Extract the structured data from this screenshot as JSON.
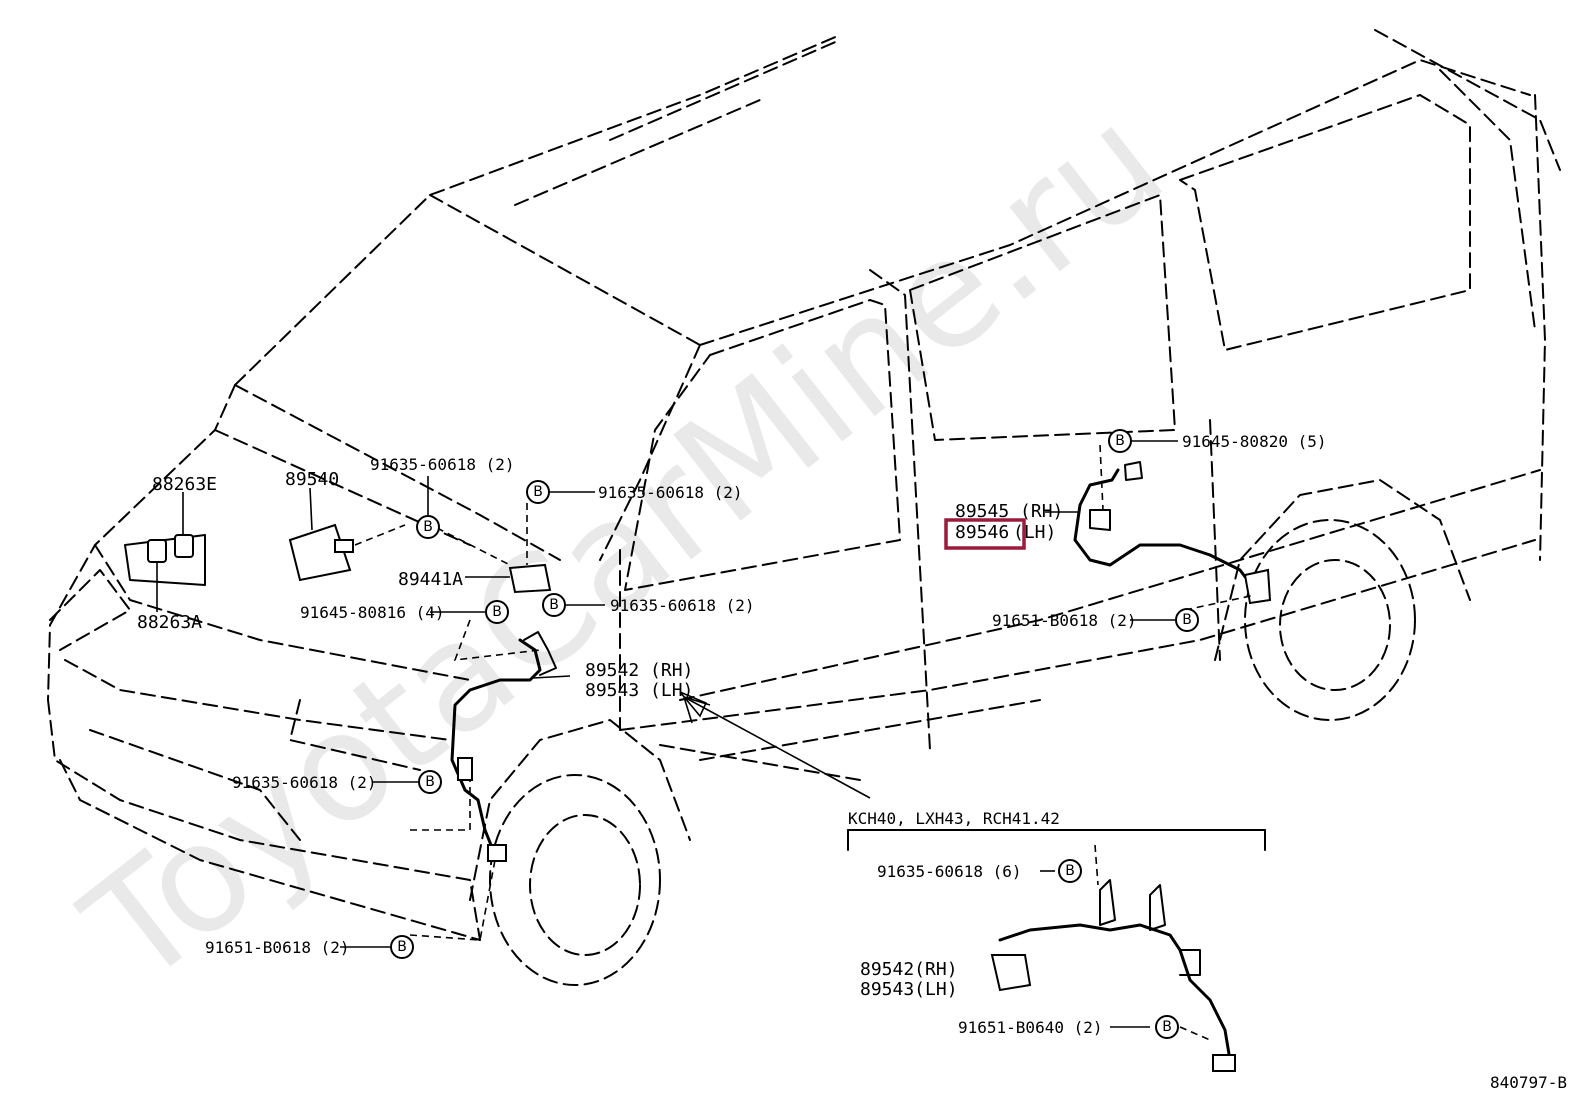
{
  "watermark": "ToyotaCarMine.ru",
  "diagram_code": "840797-B",
  "callout_badge": "B",
  "highlight_color": "#9b1b3c",
  "labels": {
    "p88263E": "88263E",
    "p88263A": "88263A",
    "p89540": "89540",
    "p89441A": "89441A",
    "b_91635_top_left": "91635-60618 (2)",
    "b_91635_top_mid": "91635-60618 (2)",
    "b_91645_80816": "91645-80816 (4)",
    "b_91635_mid": "91635-60618 (2)",
    "p89542_front": "89542 (RH)",
    "p89543_front": "89543 (LH)",
    "b_91635_lower": "91635-60618 (2)",
    "b_91651_front": "91651-B0618 (2)",
    "b_91645_80820": "91645-80820 (5)",
    "p89545": "89545 (RH)",
    "p89546_num": "89546",
    "p89546_side": "(LH)",
    "b_91651_rear": "91651-B0618 (2)",
    "variant_header": "KCH40, LXH43, RCH41.42",
    "b_91635_inset": "91635-60618 (6)",
    "p89542_inset": "89542(RH)",
    "p89543_inset": "89543(LH)",
    "b_91651_inset": "91651-B0640 (2)"
  }
}
